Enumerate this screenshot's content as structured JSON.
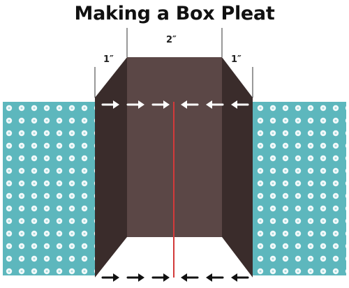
{
  "title": "Making a Box Pleat",
  "dimensions": {
    "left": "1″",
    "center": "2″",
    "right": "1″"
  },
  "colors": {
    "fabric": "#5db7bd",
    "fabric_dot": "#ffffff",
    "pleat_center": "#5b4746",
    "pleat_side": "#3a2c2b",
    "center_line": "#d23a3a",
    "arrow_top": "#ffffff",
    "arrow_bottom": "#111111",
    "guide_line": "#333333"
  },
  "icons": {
    "top_arrows": [
      "arrow-right-icon",
      "arrow-right-icon",
      "arrow-right-icon",
      "arrow-left-icon",
      "arrow-left-icon",
      "arrow-left-icon"
    ],
    "bottom_arrows": [
      "arrow-right-icon",
      "arrow-right-icon",
      "arrow-right-icon",
      "arrow-left-icon",
      "arrow-left-icon",
      "arrow-left-icon"
    ]
  }
}
